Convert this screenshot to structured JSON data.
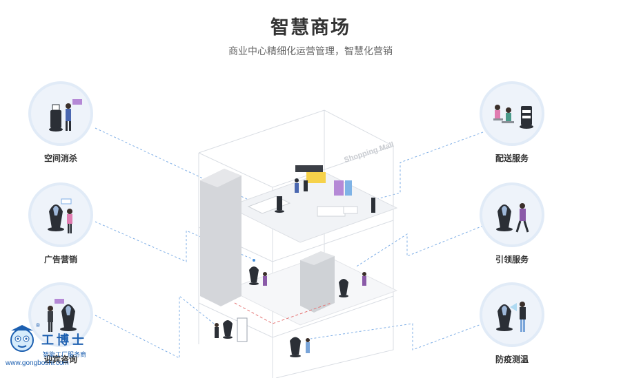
{
  "header": {
    "title": "智慧商场",
    "subtitle": "商业中心精细化运营管理，智慧化营销"
  },
  "features_left": [
    {
      "label": "空间消杀",
      "icon": "disinfection-robot-icon"
    },
    {
      "label": "广告营销",
      "icon": "advertising-robot-icon"
    },
    {
      "label": "迎宾咨询",
      "icon": "reception-robot-icon"
    }
  ],
  "features_right": [
    {
      "label": "配送服务",
      "icon": "delivery-robot-icon"
    },
    {
      "label": "引领服务",
      "icon": "guide-robot-icon"
    },
    {
      "label": "防疫测温",
      "icon": "temperature-robot-icon"
    }
  ],
  "building": {
    "sign": "Shopping Mall"
  },
  "watermark": {
    "name": "工博士",
    "tagline": "智能工厂服务商",
    "url": "www.gongboshi.com",
    "reg": "®"
  },
  "colors": {
    "accent_blue": "#4a90d9",
    "ring_bg": "#eef3fa",
    "dashed_red": "#e57373",
    "robot_dark": "#2b2f36"
  }
}
